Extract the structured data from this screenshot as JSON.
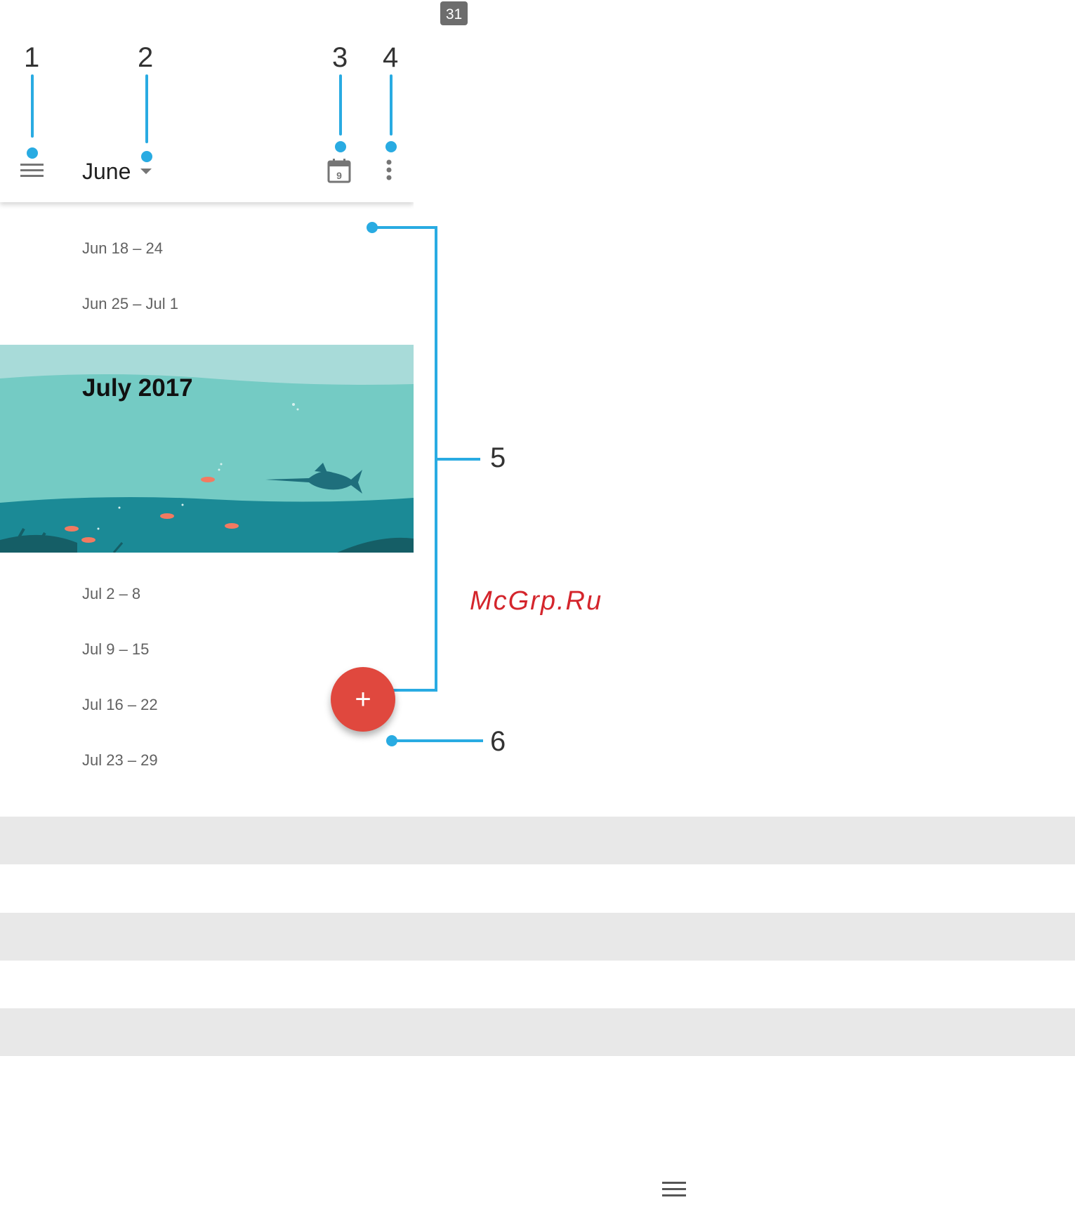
{
  "top_icon": {
    "day": "31"
  },
  "callout_numbers": [
    "1",
    "2",
    "3",
    "4",
    "5",
    "6"
  ],
  "appbar": {
    "month": "June",
    "jump_icon_day": "9"
  },
  "weeks_before": [
    "Jun 18 – 24",
    "Jun 25 – Jul 1"
  ],
  "banner": {
    "title": "July 2017"
  },
  "weeks_after": [
    "Jul 2 – 8",
    "Jul 9 – 15",
    "Jul 16 – 22",
    "Jul 23 – 29"
  ],
  "fab": {
    "symbol": "+"
  },
  "watermark": "McGrp.Ru",
  "colors": {
    "callout": "#29abe2",
    "fab": "#e0483e",
    "banner_water": "#74cbc4",
    "banner_sea": "#1b8a96"
  }
}
